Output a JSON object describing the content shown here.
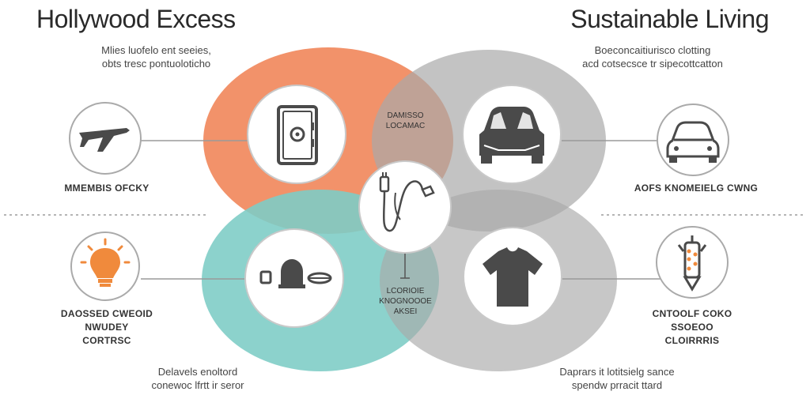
{
  "titles": {
    "left": "Hollywood Excess",
    "right": "Sustainable Living"
  },
  "captions": {
    "top_left": [
      "Mlies luofelo ent seeies,",
      "obts tresc pontuoloticho"
    ],
    "top_right": [
      "Boeconcaitiurisco clotting",
      "acd cotsecsce tr sipecottcatton"
    ],
    "mid_left": [
      "MMEMBIS OFCKY"
    ],
    "mid_right": [
      "AOFS KNOMEIELG CWNG"
    ],
    "bottom_left_label": [
      "DAOSSED CWEOID",
      "NWUDEY",
      "CORTRSC"
    ],
    "bottom_right_label": [
      "CNTOOLF COKO",
      "SSOEOO",
      "CLOIRRRIS"
    ],
    "bottom_left": [
      "Delavels enoltord",
      "conewoc lfrtt ir seror"
    ],
    "bottom_right": [
      "Daprars it lotitsielg sance",
      "spendw prracit ttard"
    ],
    "center_top": [
      "DAMISSO",
      "LOCAMAC"
    ],
    "center_bottom": [
      "LCORIOIE",
      "KNOGNOOOE",
      "AKSEI"
    ]
  },
  "colors": {
    "orange": "#f07f50",
    "gray": "#a6a6a6",
    "teal": "#7fcdc6",
    "icon": "#4a4a4a",
    "line": "#9a9a9a"
  },
  "icons": {
    "left_top": "airplane-icon",
    "left_bottom": "lightbulb-icon",
    "right_top": "car-icon",
    "right_bottom": "test-tube-icon",
    "circle_orange": "safe-icon",
    "circle_gray": "car-front-icon",
    "circle_teal": "accessories-icon",
    "circle_gray_bottom": "tshirt-icon",
    "circle_center": "power-plug-icon"
  }
}
